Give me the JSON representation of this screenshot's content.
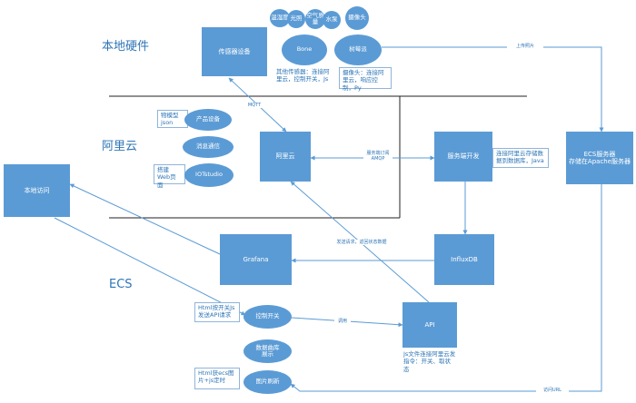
{
  "regions": {
    "local_hardware": "本地硬件",
    "aliyun": "阿里云",
    "ecs": "ECS"
  },
  "nodes": {
    "sensor_device": "传感器设备",
    "bone": "Bone",
    "raspberry_pi": "树莓派",
    "aliyun_node": "阿里云",
    "server_dev": "服务端开发",
    "ecs_server_line1": "ECS服务器",
    "ecs_server_line2": "存储在Apache服务器",
    "local_access": "本地访问",
    "grafana": "Grafana",
    "influxdb": "InfluxDB",
    "api": "API",
    "product_device": "产品设备",
    "message_comm": "消息通信",
    "iotstudio": "IOTstudio",
    "control_switch": "控制开关",
    "data_display_line1": "数据曲库",
    "data_display_line2": "展示",
    "image_refresh": "图片刷新"
  },
  "sensors": [
    "温湿度",
    "光照",
    "空气质量",
    "水泵",
    "摄像头"
  ],
  "notes": {
    "other_sensors": "其他传感器：连接阿里云，控制开关，Js",
    "camera": "摄像头：连接阿里云，响应控制，Py",
    "thing_model": "物模型json",
    "build_web": "搭建Web页面",
    "server_dev_note": "连接阿里云存储数据到数据库，Java",
    "html_switch": "Html按开关Js发送API请求",
    "html_image": "Html获ecs图片+js定时",
    "api_note": "Js文件连接阿里云发指令：开关、取状态"
  },
  "edge_labels": {
    "mqtt": "MQTT",
    "subscribe": "服务端订阅AMQP",
    "upload": "上传照片",
    "request": "发送请求，返回状态数据",
    "call": "调用",
    "access_url": "访问URL"
  }
}
